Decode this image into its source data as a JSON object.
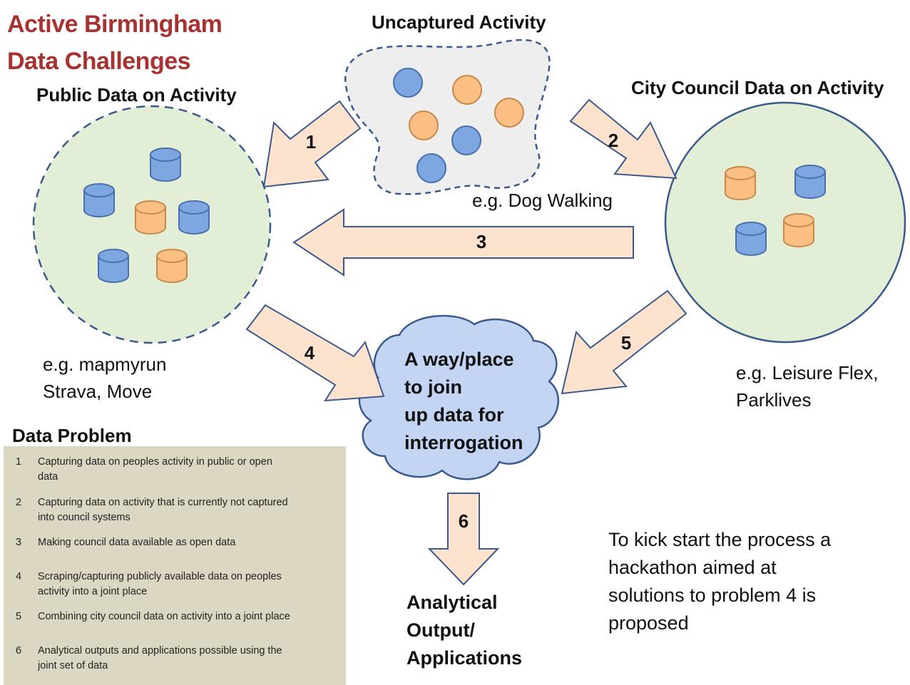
{
  "title": {
    "line1": "Active Birmingham",
    "line2": "Data Challenges"
  },
  "uncaptured": {
    "heading": "Uncaptured Activity",
    "caption": "e.g. Dog Walking"
  },
  "public": {
    "heading": "Public Data on Activity",
    "caption_line1": "e.g. mapmyrun",
    "caption_line2": "Strava, Move"
  },
  "council": {
    "heading": "City Council Data on Activity",
    "caption_line1": "e.g. Leisure Flex,",
    "caption_line2": "Parklives"
  },
  "hub": {
    "line1": "A way/place",
    "line2": "to join",
    "line3": "up data for",
    "line4": "interrogation"
  },
  "output": {
    "line1": "Analytical",
    "line2": "Output/",
    "line3": "Applications"
  },
  "arrows": [
    "1",
    "2",
    "3",
    "4",
    "5",
    "6"
  ],
  "note": {
    "line1": "To kick start the process a",
    "line2": "hackathon aimed at",
    "line3": "solutions to problem 4 is",
    "line4": "proposed"
  },
  "problems": {
    "heading": "Data Problem",
    "items": [
      {
        "num": "1",
        "line1": "Capturing data on peoples activity in public or open",
        "line2": "data"
      },
      {
        "num": "2",
        "line1": "Capturing data on activity that is currently not captured",
        "line2": "into council systems"
      },
      {
        "num": "3",
        "line1": "Making council data available as open data",
        "line2": ""
      },
      {
        "num": "4",
        "line1": "Scraping/capturing publicly available data on peoples",
        "line2": "activity into a joint place"
      },
      {
        "num": "5",
        "line1": "Combining city council data on activity into a joint place",
        "line2": ""
      },
      {
        "num": "6",
        "line1": "Analytical outputs and applications possible using the",
        "line2": "joint set of data"
      }
    ]
  },
  "colors": {
    "title": "#a83232",
    "blue": "#7ea6e0",
    "orange": "#fbbf84",
    "arrow": "#fde3cd",
    "cloud": "#c3d5f3",
    "circle": "#e2eed6",
    "problem_box": "#dcd7c2"
  }
}
